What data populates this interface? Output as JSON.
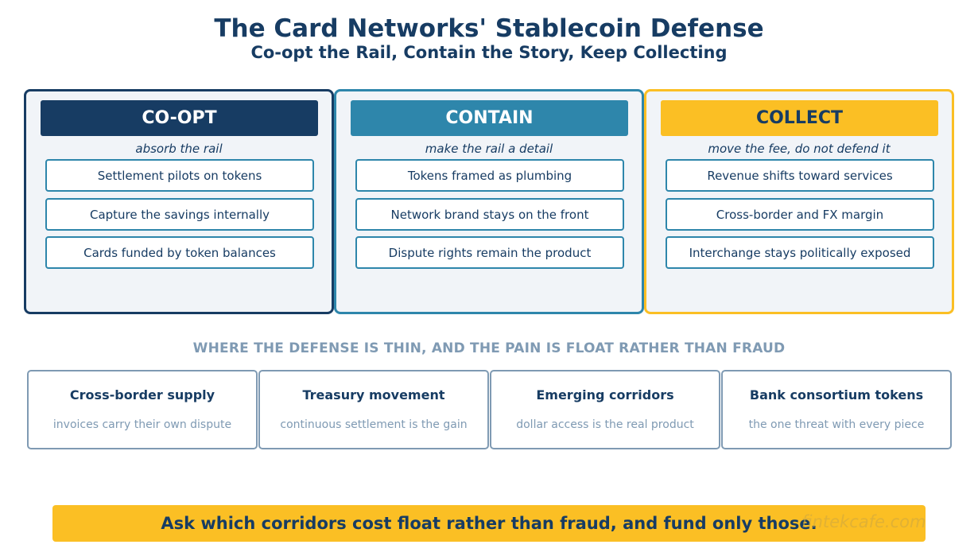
{
  "header": {
    "title": "The Card Networks' Stablecoin Defense",
    "subtitle": "Co-opt the Rail, Contain the Story, Keep Collecting"
  },
  "pillars": [
    {
      "heading": "CO-OPT",
      "tagline": "absorb the rail",
      "color": "#173c63",
      "heading_text_color": "#ffffff",
      "items": [
        "Settlement pilots on tokens",
        "Capture the savings internally",
        "Cards funded by token balances"
      ]
    },
    {
      "heading": "CONTAIN",
      "tagline": "make the rail a detail",
      "color": "#2e86ab",
      "heading_text_color": "#ffffff",
      "items": [
        "Tokens framed as plumbing",
        "Network brand stays on the front",
        "Dispute rights remain the product"
      ]
    },
    {
      "heading": "COLLECT",
      "tagline": "move the fee, do not defend it",
      "color": "#fbbf24",
      "heading_text_color": "#173c63",
      "items": [
        "Revenue shifts toward services",
        "Cross-border and FX margin",
        "Interchange stays politically exposed"
      ]
    }
  ],
  "corridors_section": {
    "label": "WHERE THE DEFENSE IS THIN, AND THE PAIN IS FLOAT RATHER THAN FRAUD",
    "items": [
      {
        "title": "Cross-border supply",
        "description": "invoices carry their own dispute"
      },
      {
        "title": "Treasury movement",
        "description": "continuous settlement is the gain"
      },
      {
        "title": "Emerging corridors",
        "description": "dollar access is the real product"
      },
      {
        "title": "Bank consortium tokens",
        "description": "the one threat with every piece"
      }
    ]
  },
  "footer": {
    "banner": "Ask which corridors cost float rather than fraud, and fund only those.",
    "watermark": "fintekcafe.com"
  },
  "colors": {
    "navy": "#173c63",
    "teal": "#2e86ab",
    "gold": "#fbbf24",
    "slate": "#7f9ab3"
  }
}
